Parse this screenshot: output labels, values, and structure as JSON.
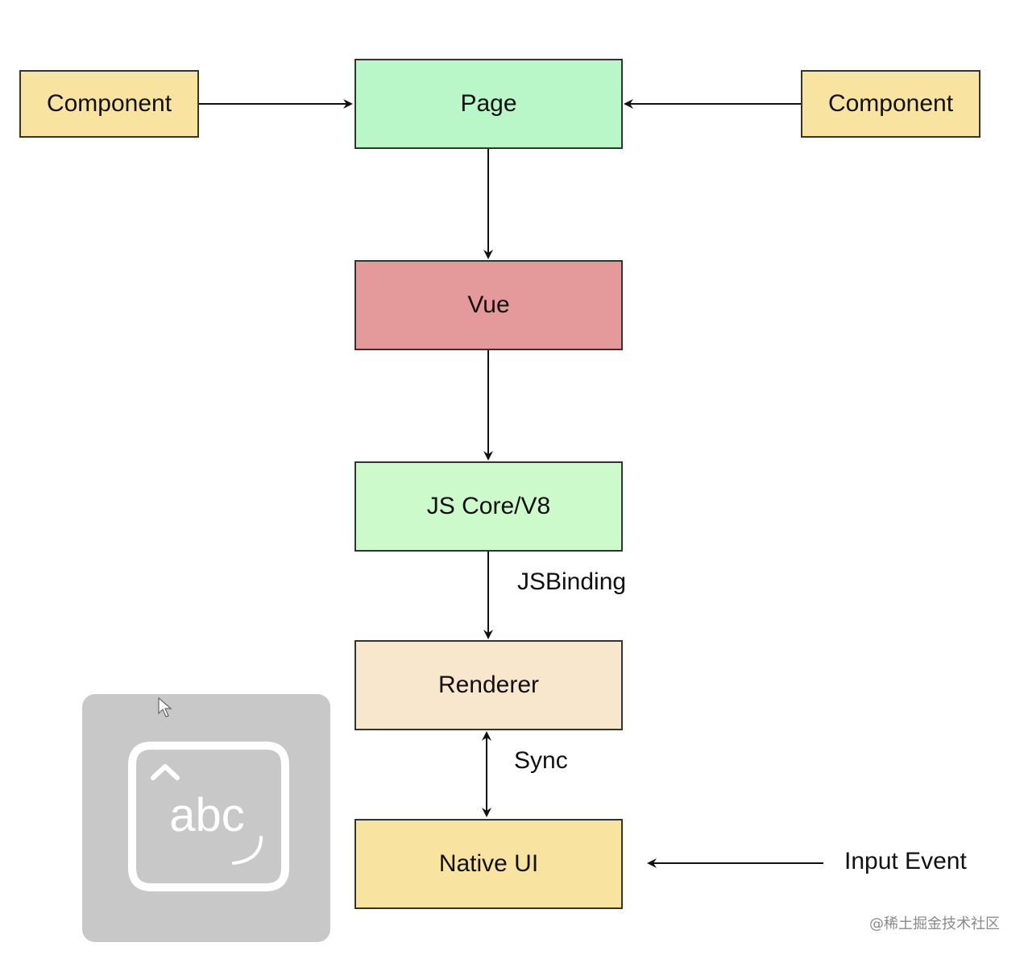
{
  "nodes": {
    "component_left": {
      "label": "Component",
      "color": "#f8e4a0"
    },
    "page": {
      "label": "Page",
      "color": "#b9f7c8"
    },
    "component_right": {
      "label": "Component",
      "color": "#f8e4a0"
    },
    "vue": {
      "label": "Vue",
      "color": "#e49a9a"
    },
    "js_core": {
      "label": "JS Core/V8",
      "color": "#ccfacb"
    },
    "renderer": {
      "label": "Renderer",
      "color": "#f9e7cd"
    },
    "native_ui": {
      "label": "Native UI",
      "color": "#f8e4a0"
    }
  },
  "edge_labels": {
    "jsbinding": "JSBinding",
    "sync": "Sync",
    "input_event": "Input Event"
  },
  "keyboard_icon": {
    "icon": "keyboard-abc-icon",
    "text": "abc"
  },
  "watermark": "@稀土掘金技术社区"
}
